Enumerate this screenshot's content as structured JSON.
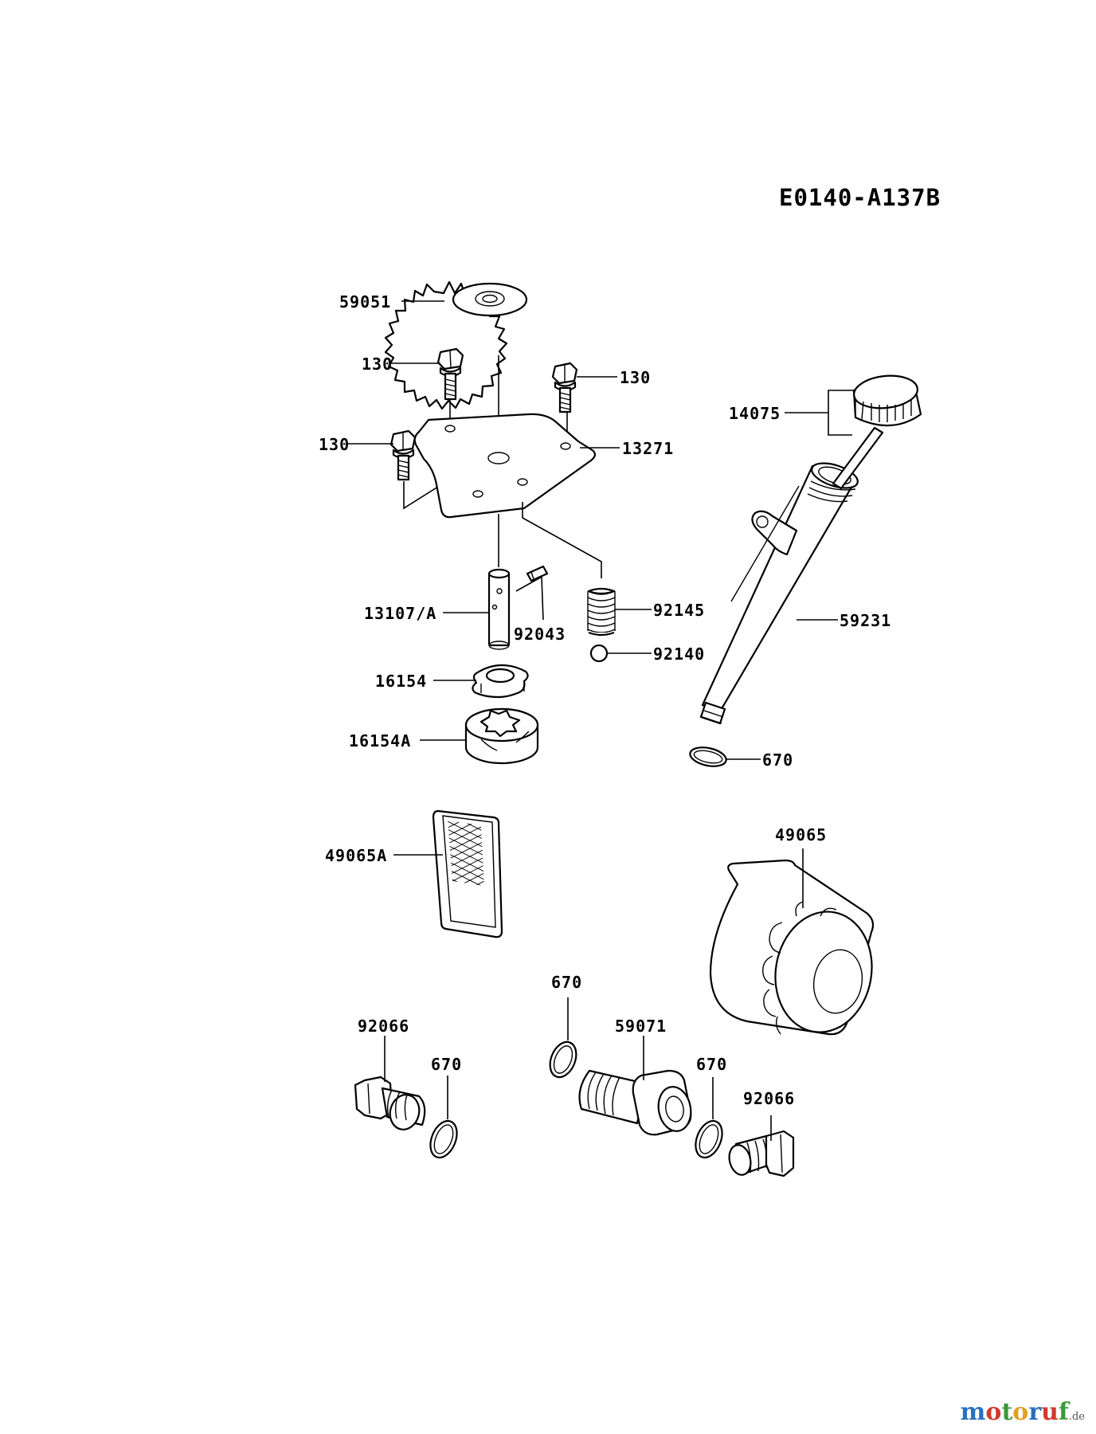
{
  "diagram_code": "E0140-A137B",
  "parts": {
    "gear": "59051",
    "bolt_a": "130",
    "bolt_b": "130",
    "bolt_c": "130",
    "plate": "13271",
    "cap": "14075",
    "shaft": "13107/A",
    "pin": "92043",
    "spring": "92145",
    "ball": "92140",
    "tube": "59231",
    "rotor_inner": "16154",
    "rotor_outer": "16154A",
    "oring_tube": "670",
    "screen": "49065A",
    "filter": "49065",
    "oring_a": "670",
    "oring_b": "670",
    "oring_c": "670",
    "plug_left": "92066",
    "plug_right": "92066",
    "fitting": "59071"
  },
  "brand": {
    "name": "motoruf",
    "suffix": ".de",
    "colors": [
      "#2a6fbf",
      "#d23a2a",
      "#3a9a3a",
      "#e0a020",
      "#2a6fbf",
      "#d23a2a",
      "#3a9a3a"
    ]
  }
}
